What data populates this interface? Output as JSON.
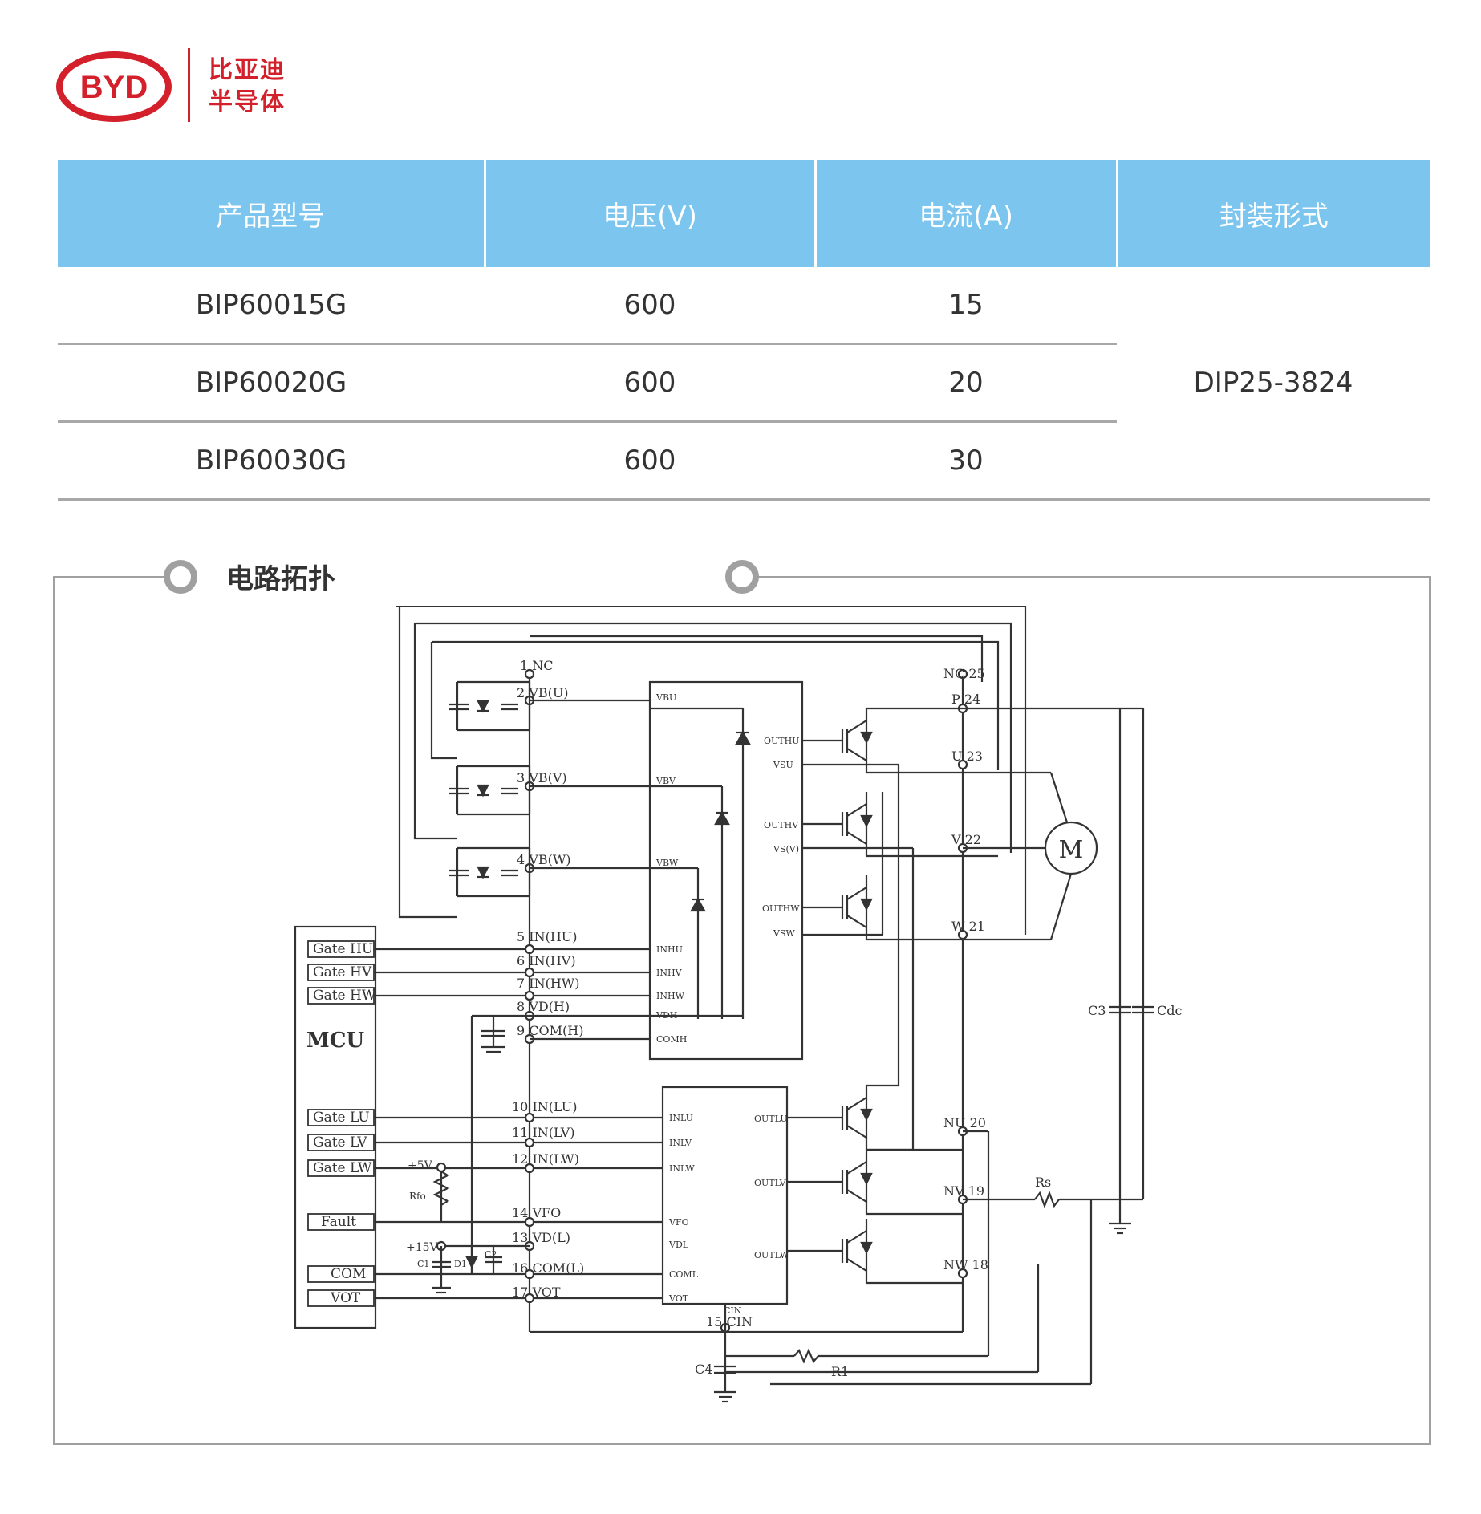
{
  "brand": {
    "logo_text": "BYD",
    "name_line1": "比亚迪",
    "name_line2": "半导体",
    "color": "#d3202b"
  },
  "table": {
    "header_color": "#7cc5ee",
    "headers": [
      "产品型号",
      "电压(V)",
      "电流(A)",
      "封装形式"
    ],
    "rows": [
      {
        "model": "BIP60015G",
        "voltage": "600",
        "current": "15"
      },
      {
        "model": "BIP60020G",
        "voltage": "600",
        "current": "20"
      },
      {
        "model": "BIP60030G",
        "voltage": "600",
        "current": "30"
      }
    ],
    "package": "DIP25-3824"
  },
  "section": {
    "title": "电路拓扑"
  },
  "schematic": {
    "mcu_label": "MCU",
    "mcu_pins": [
      "Gate HU",
      "Gate HV",
      "Gate HW",
      "Gate LU",
      "Gate LV",
      "Gate LW",
      "Fault",
      "COM",
      "VOT"
    ],
    "left_pins": [
      "1 NC",
      "2 VB(U)",
      "3 VB(V)",
      "4 VB(W)",
      "5 IN(HU)",
      "6 IN(HV)",
      "7 IN(HW)",
      "8 VD(H)",
      "9 COM(H)",
      "10 IN(LU)",
      "11 IN(LV)",
      "12 IN(LW)",
      "14 VFO",
      "13 VD(L)",
      "16 COM(L)",
      "17 VOT"
    ],
    "right_pins": [
      "NC 25",
      "P 24",
      "U 23",
      "V 22",
      "W 21",
      "NU 20",
      "NV 19",
      "NW 18"
    ],
    "cin_pin": "15 CIN",
    "hv_ic_pins": [
      "VBU",
      "VBV",
      "VBW",
      "INHU",
      "INHV",
      "INHW",
      "VDH",
      "COMH",
      "OUTHU",
      "VSU",
      "OUTHV",
      "VS(V)",
      "OUTHW",
      "VSW"
    ],
    "lv_ic_pins": [
      "INLU",
      "INLV",
      "INLW",
      "VFO",
      "VDL",
      "COML",
      "VOT",
      "CIN",
      "OUTLU",
      "OUTLV",
      "OUTLW"
    ],
    "components": [
      "C1",
      "D1",
      "C2",
      "C3",
      "Cdc",
      "Rs",
      "R1",
      "C4",
      "Rfo",
      "+5V",
      "+15V",
      "M"
    ]
  }
}
